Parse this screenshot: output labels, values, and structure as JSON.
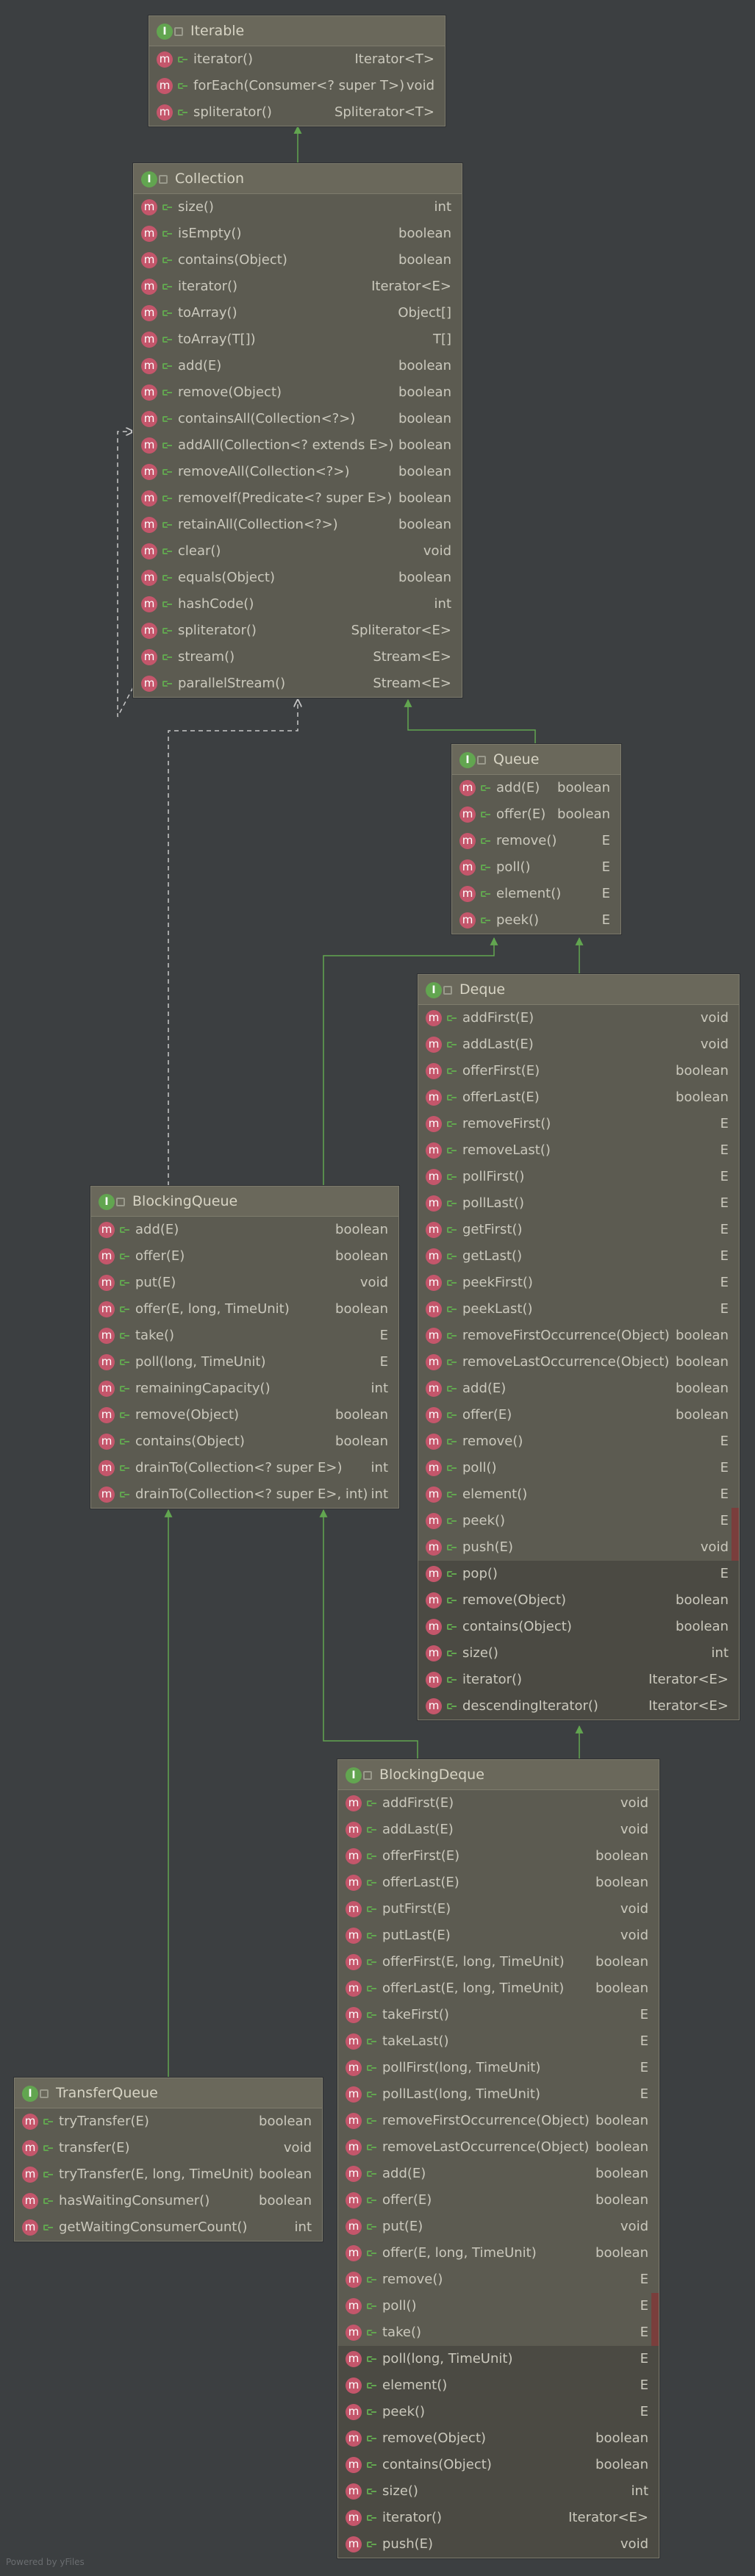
{
  "classes": {
    "iterable": {
      "name": "Iterable",
      "methods": [
        {
          "name": "iterator()",
          "type": "Iterator<T>"
        },
        {
          "name": "forEach(Consumer<? super T>)",
          "type": "void"
        },
        {
          "name": "spliterator()",
          "type": "Spliterator<T>"
        }
      ]
    },
    "collection": {
      "name": "Collection",
      "methods": [
        {
          "name": "size()",
          "type": "int"
        },
        {
          "name": "isEmpty()",
          "type": "boolean"
        },
        {
          "name": "contains(Object)",
          "type": "boolean"
        },
        {
          "name": "iterator()",
          "type": "Iterator<E>"
        },
        {
          "name": "toArray()",
          "type": "Object[]"
        },
        {
          "name": "toArray(T[])",
          "type": "T[]"
        },
        {
          "name": "add(E)",
          "type": "boolean"
        },
        {
          "name": "remove(Object)",
          "type": "boolean"
        },
        {
          "name": "containsAll(Collection<?>)",
          "type": "boolean"
        },
        {
          "name": "addAll(Collection<? extends E>)",
          "type": "boolean"
        },
        {
          "name": "removeAll(Collection<?>)",
          "type": "boolean"
        },
        {
          "name": "removeIf(Predicate<? super E>)",
          "type": "boolean"
        },
        {
          "name": "retainAll(Collection<?>)",
          "type": "boolean"
        },
        {
          "name": "clear()",
          "type": "void"
        },
        {
          "name": "equals(Object)",
          "type": "boolean"
        },
        {
          "name": "hashCode()",
          "type": "int"
        },
        {
          "name": "spliterator()",
          "type": "Spliterator<E>"
        },
        {
          "name": "stream()",
          "type": "Stream<E>"
        },
        {
          "name": "parallelStream()",
          "type": "Stream<E>"
        }
      ]
    },
    "queue": {
      "name": "Queue",
      "methods": [
        {
          "name": "add(E)",
          "type": "boolean"
        },
        {
          "name": "offer(E)",
          "type": "boolean"
        },
        {
          "name": "remove()",
          "type": "E"
        },
        {
          "name": "poll()",
          "type": "E"
        },
        {
          "name": "element()",
          "type": "E"
        },
        {
          "name": "peek()",
          "type": "E"
        }
      ]
    },
    "deque": {
      "name": "Deque",
      "methods": [
        {
          "name": "addFirst(E)",
          "type": "void"
        },
        {
          "name": "addLast(E)",
          "type": "void"
        },
        {
          "name": "offerFirst(E)",
          "type": "boolean"
        },
        {
          "name": "offerLast(E)",
          "type": "boolean"
        },
        {
          "name": "removeFirst()",
          "type": "E"
        },
        {
          "name": "removeLast()",
          "type": "E"
        },
        {
          "name": "pollFirst()",
          "type": "E"
        },
        {
          "name": "pollLast()",
          "type": "E"
        },
        {
          "name": "getFirst()",
          "type": "E"
        },
        {
          "name": "getLast()",
          "type": "E"
        },
        {
          "name": "peekFirst()",
          "type": "E"
        },
        {
          "name": "peekLast()",
          "type": "E"
        },
        {
          "name": "removeFirstOccurrence(Object)",
          "type": "boolean"
        },
        {
          "name": "removeLastOccurrence(Object)",
          "type": "boolean"
        },
        {
          "name": "add(E)",
          "type": "boolean"
        },
        {
          "name": "offer(E)",
          "type": "boolean"
        },
        {
          "name": "remove()",
          "type": "E"
        },
        {
          "name": "poll()",
          "type": "E"
        },
        {
          "name": "element()",
          "type": "E"
        },
        {
          "name": "peek()",
          "type": "E"
        },
        {
          "name": "push(E)",
          "type": "void"
        },
        {
          "name": "pop()",
          "type": "E"
        },
        {
          "name": "remove(Object)",
          "type": "boolean"
        },
        {
          "name": "contains(Object)",
          "type": "boolean"
        },
        {
          "name": "size()",
          "type": "int"
        },
        {
          "name": "iterator()",
          "type": "Iterator<E>"
        },
        {
          "name": "descendingIterator()",
          "type": "Iterator<E>"
        }
      ]
    },
    "blockingQueue": {
      "name": "BlockingQueue",
      "methods": [
        {
          "name": "add(E)",
          "type": "boolean"
        },
        {
          "name": "offer(E)",
          "type": "boolean"
        },
        {
          "name": "put(E)",
          "type": "void"
        },
        {
          "name": "offer(E, long, TimeUnit)",
          "type": "boolean"
        },
        {
          "name": "take()",
          "type": "E"
        },
        {
          "name": "poll(long, TimeUnit)",
          "type": "E"
        },
        {
          "name": "remainingCapacity()",
          "type": "int"
        },
        {
          "name": "remove(Object)",
          "type": "boolean"
        },
        {
          "name": "contains(Object)",
          "type": "boolean"
        },
        {
          "name": "drainTo(Collection<? super E>)",
          "type": "int"
        },
        {
          "name": "drainTo(Collection<? super E>, int)",
          "type": "int"
        }
      ]
    },
    "blockingDeque": {
      "name": "BlockingDeque",
      "methods": [
        {
          "name": "addFirst(E)",
          "type": "void"
        },
        {
          "name": "addLast(E)",
          "type": "void"
        },
        {
          "name": "offerFirst(E)",
          "type": "boolean"
        },
        {
          "name": "offerLast(E)",
          "type": "boolean"
        },
        {
          "name": "putFirst(E)",
          "type": "void"
        },
        {
          "name": "putLast(E)",
          "type": "void"
        },
        {
          "name": "offerFirst(E, long, TimeUnit)",
          "type": "boolean"
        },
        {
          "name": "offerLast(E, long, TimeUnit)",
          "type": "boolean"
        },
        {
          "name": "takeFirst()",
          "type": "E"
        },
        {
          "name": "takeLast()",
          "type": "E"
        },
        {
          "name": "pollFirst(long, TimeUnit)",
          "type": "E"
        },
        {
          "name": "pollLast(long, TimeUnit)",
          "type": "E"
        },
        {
          "name": "removeFirstOccurrence(Object)",
          "type": "boolean"
        },
        {
          "name": "removeLastOccurrence(Object)",
          "type": "boolean"
        },
        {
          "name": "add(E)",
          "type": "boolean"
        },
        {
          "name": "offer(E)",
          "type": "boolean"
        },
        {
          "name": "put(E)",
          "type": "void"
        },
        {
          "name": "offer(E, long, TimeUnit)",
          "type": "boolean"
        },
        {
          "name": "remove()",
          "type": "E"
        },
        {
          "name": "poll()",
          "type": "E"
        },
        {
          "name": "take()",
          "type": "E"
        },
        {
          "name": "poll(long, TimeUnit)",
          "type": "E"
        },
        {
          "name": "element()",
          "type": "E"
        },
        {
          "name": "peek()",
          "type": "E"
        },
        {
          "name": "remove(Object)",
          "type": "boolean"
        },
        {
          "name": "contains(Object)",
          "type": "boolean"
        },
        {
          "name": "size()",
          "type": "int"
        },
        {
          "name": "iterator()",
          "type": "Iterator<E>"
        },
        {
          "name": "push(E)",
          "type": "void"
        }
      ]
    },
    "transferQueue": {
      "name": "TransferQueue",
      "methods": [
        {
          "name": "tryTransfer(E)",
          "type": "boolean"
        },
        {
          "name": "transfer(E)",
          "type": "void"
        },
        {
          "name": "tryTransfer(E, long, TimeUnit)",
          "type": "boolean"
        },
        {
          "name": "hasWaitingConsumer()",
          "type": "boolean"
        },
        {
          "name": "getWaitingConsumerCount()",
          "type": "int"
        }
      ]
    }
  },
  "badges": {
    "interface": "I",
    "method": "m"
  },
  "icons": {
    "interface": "interface-icon",
    "method": "method-icon",
    "visibility": "public-icon"
  },
  "colors": {
    "background": "#3c3f41",
    "edge": "#62a550",
    "method_badge": "#c4566b",
    "interface_badge": "#62a550"
  },
  "footer": "Powered by yFiles"
}
